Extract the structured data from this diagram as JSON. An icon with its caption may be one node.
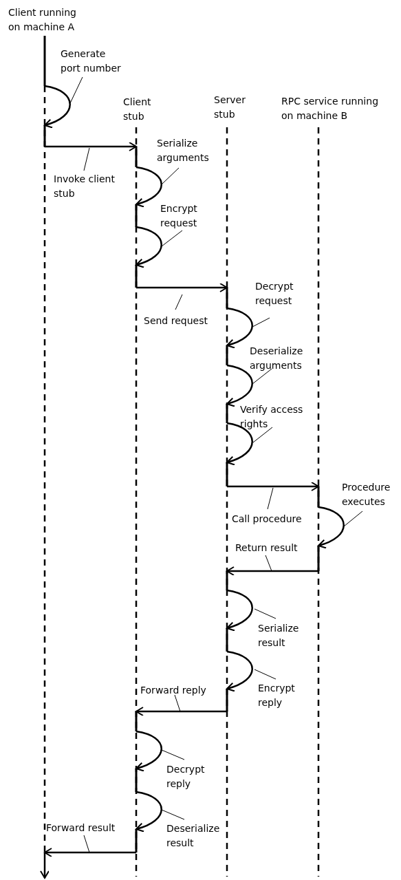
{
  "diagram": {
    "nodes": [
      {
        "text": [],
        "shape": "line",
        "beside": [
          "Client running on machine A"
        ]
      },
      {
        "text": [],
        "shape": "line",
        "beside": [
          "Client stub"
        ]
      },
      {
        "text": [],
        "shape": "line",
        "beside": [
          "Server stub"
        ]
      },
      {
        "text": [],
        "shape": "line",
        "beside": [
          "RPC service running on machine B"
        ]
      }
    ],
    "edges": [
      {
        "from": 0,
        "to": 0,
        "arrow": "to",
        "label": "Generate port number"
      },
      {
        "from": 0,
        "to": 1,
        "arrow": "to",
        "label": "Invoke client stub"
      },
      {
        "from": 1,
        "to": 1,
        "arrow": "to",
        "label": "Serialize arguments"
      },
      {
        "from": 1,
        "to": 1,
        "arrow": "to",
        "label": "Encrypt request"
      },
      {
        "from": 1,
        "to": 2,
        "arrow": "to",
        "label": "Send request"
      },
      {
        "from": 2,
        "to": 2,
        "arrow": "to",
        "label": "Decrypt request"
      },
      {
        "from": 2,
        "to": 2,
        "arrow": "to",
        "label": "Deserialize arguments"
      },
      {
        "from": 2,
        "to": 2,
        "arrow": "to",
        "label": "Verify access rights"
      },
      {
        "from": 2,
        "to": 3,
        "arrow": "to",
        "label": "Call procedure"
      },
      {
        "from": 3,
        "to": 3,
        "arrow": "to",
        "label": "Procedure executes"
      },
      {
        "from": 3,
        "to": 2,
        "arrow": "to",
        "label": "Return result"
      },
      {
        "from": 2,
        "to": 2,
        "arrow": "to",
        "label": "Serialize result"
      },
      {
        "from": 2,
        "to": 2,
        "arrow": "to",
        "label": "Encrypt reply"
      },
      {
        "from": 2,
        "to": 1,
        "arrow": "to",
        "label": "Forward reply"
      },
      {
        "from": 1,
        "to": 1,
        "arrow": "to",
        "label": "Decrypt reply"
      },
      {
        "from": 1,
        "to": 1,
        "arrow": "to",
        "label": "Deserialize result"
      },
      {
        "from": 1,
        "to": 0,
        "arrow": "to",
        "label": "Forward result"
      },
      {
        "from": 0,
        "to": null,
        "arrow": "to"
      }
    ]
  }
}
